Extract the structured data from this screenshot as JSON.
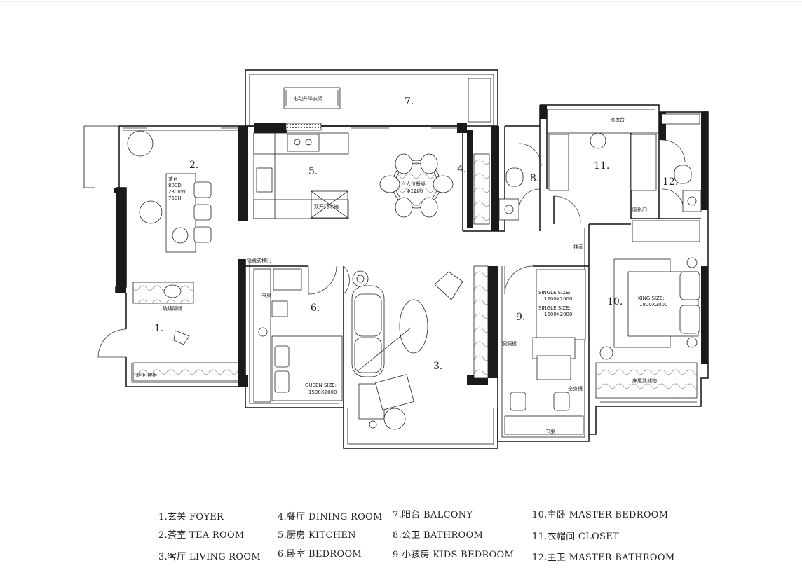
{
  "rooms": [
    {
      "num": "1."
    },
    {
      "num": "2."
    },
    {
      "num": "3."
    },
    {
      "num": "4."
    },
    {
      "num": "5."
    },
    {
      "num": "6."
    },
    {
      "num": "7."
    },
    {
      "num": "8."
    },
    {
      "num": "9."
    },
    {
      "num": "10."
    },
    {
      "num": "11."
    },
    {
      "num": "12."
    }
  ],
  "annotations": {
    "balcony_rack": "电动升降衣架",
    "tea_table": "茶台",
    "tea_dim1": "800D",
    "tea_dim2": "2300W",
    "tea_dim3": "750H",
    "glass_partition": "玻璃隔断",
    "shoe_cabinet": "鞋柜 挂柜",
    "hidden_door": "隐藏式移门",
    "desk": "书桌",
    "queen_size": "QUEEN SIZE:",
    "queen_dim": "1500X2000",
    "dining_table": "六人位餐桌",
    "dining_dim": "Φ1200",
    "fridge": "双开门冰箱",
    "single_size_1": "SINGLE SIZE:",
    "single_dim_1": "1200X2000",
    "single_size_2": "SINGLE SIZE:",
    "single_dim_2": "1500X2000",
    "king_size": "KING SIZE:",
    "king_dim": "1800X2000",
    "cave_board": "洞洞板",
    "mirror": "全身镜",
    "kids_desk": "书桌",
    "hanging": "挂画",
    "vanity": "梳妆台",
    "hidden_door2": "隐形门",
    "bench": "床尾凳储物"
  },
  "legend": [
    {
      "label": "1.玄关 FOYER"
    },
    {
      "label": "2.茶室 TEA ROOM"
    },
    {
      "label": "3.客厅 LIVING ROOM"
    },
    {
      "label": "4.餐厅 DINING ROOM"
    },
    {
      "label": "5.厨房 KITCHEN"
    },
    {
      "label": "6.卧室 BEDROOM"
    },
    {
      "label": "7.阳台 BALCONY"
    },
    {
      "label": "8.公卫 BATHROOM"
    },
    {
      "label": "9.小孩房 KIDS BEDROOM"
    },
    {
      "label": "10.主卧 MASTER BEDROOM"
    },
    {
      "label": "11.衣帽间 CLOSET"
    },
    {
      "label": "12.主卫 MASTER BATHROOM"
    }
  ]
}
